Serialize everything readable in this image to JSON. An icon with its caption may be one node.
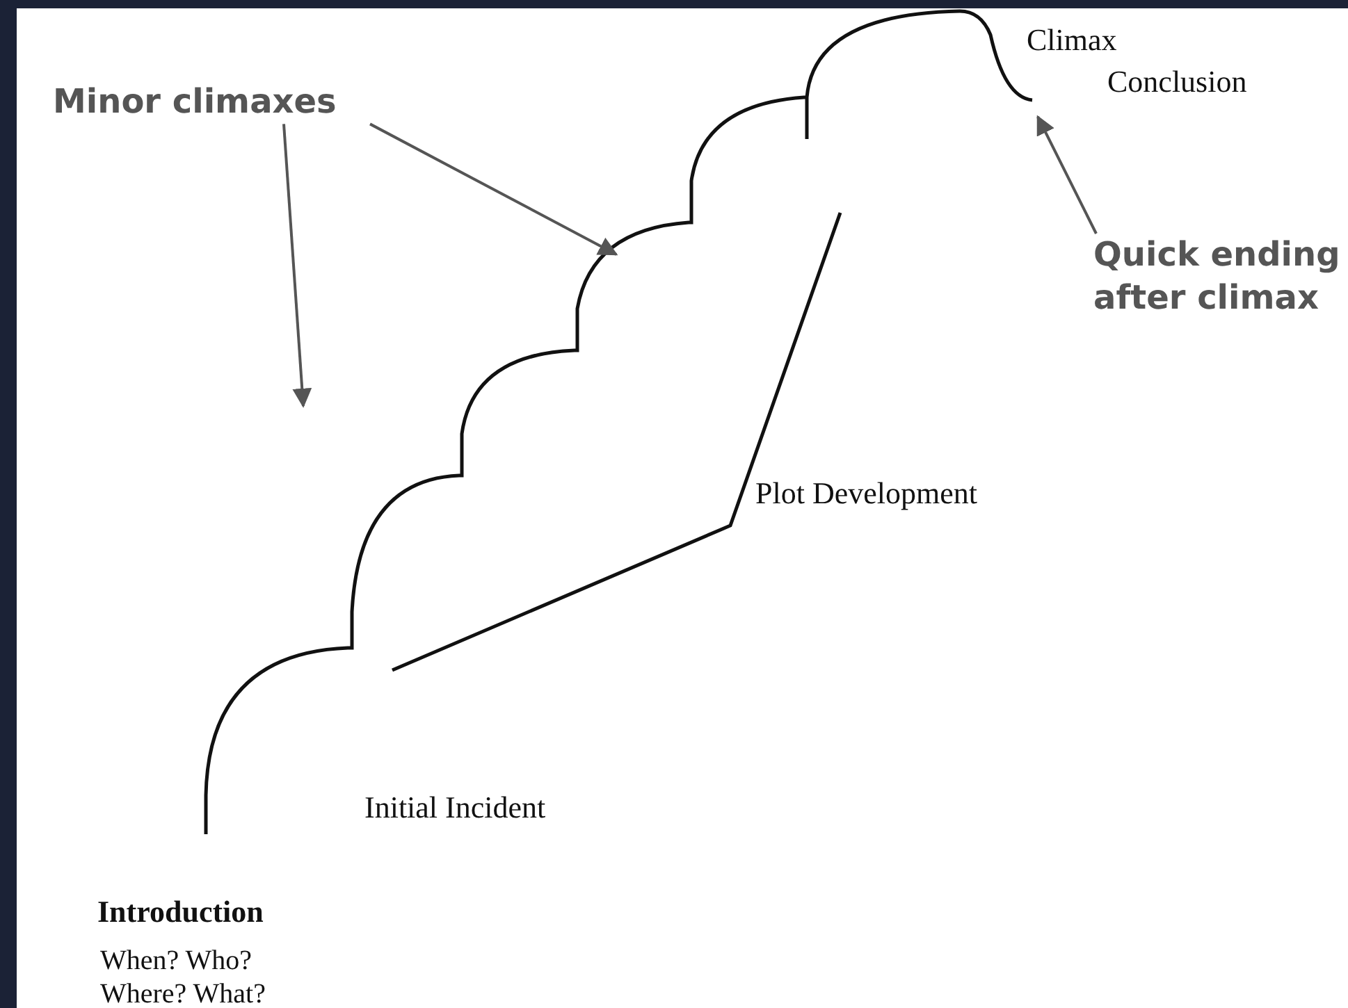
{
  "diagram": {
    "nodes": [
      {
        "text": [
          "Minor climaxes"
        ]
      },
      {
        "text": [
          "Quick ending after climax"
        ]
      }
    ],
    "edges": [
      {
        "from": 0,
        "to": null,
        "arrow": "to"
      },
      {
        "from": 0,
        "to": null,
        "arrow": "to"
      },
      {
        "from": 1,
        "to": null,
        "arrow": "to"
      }
    ],
    "labels": [
      "Climax",
      "Conclusion",
      "Plot Development",
      "Initial Incident",
      "Introduction",
      "When? Who? Where? What?"
    ]
  }
}
